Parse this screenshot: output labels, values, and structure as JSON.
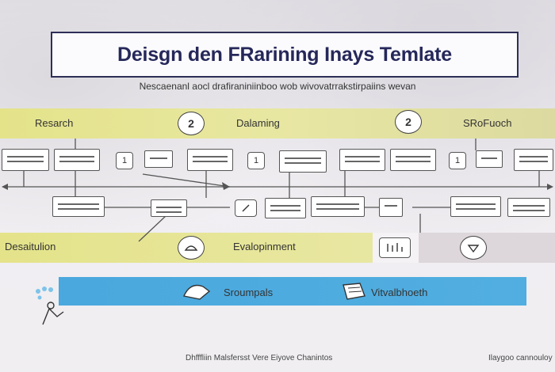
{
  "title": "Deisgn den FRarining Inays Temlate",
  "subtitle": "Nescaenanl aocl drafiraniniinboo wob wivovatrrakstirpaiins wevan",
  "bands": {
    "top": [
      "Resarch",
      "Dalaming",
      "SRoFuoch"
    ],
    "middle": [
      "Desaitulion",
      "Evalopinment"
    ],
    "bottom": [
      "Sroumpals",
      "Vitvalbhoeth"
    ]
  },
  "badges": [
    "2",
    "2",
    "1",
    "1"
  ],
  "footer": {
    "left": "Dhfffliin Malsfersst Vere Eiyove Chanintos",
    "right": "Ilaygoo cannouloy"
  },
  "colors": {
    "title": "#26285a",
    "band_yellow": "#e4e38a",
    "band_blue": "#4aa8de"
  }
}
